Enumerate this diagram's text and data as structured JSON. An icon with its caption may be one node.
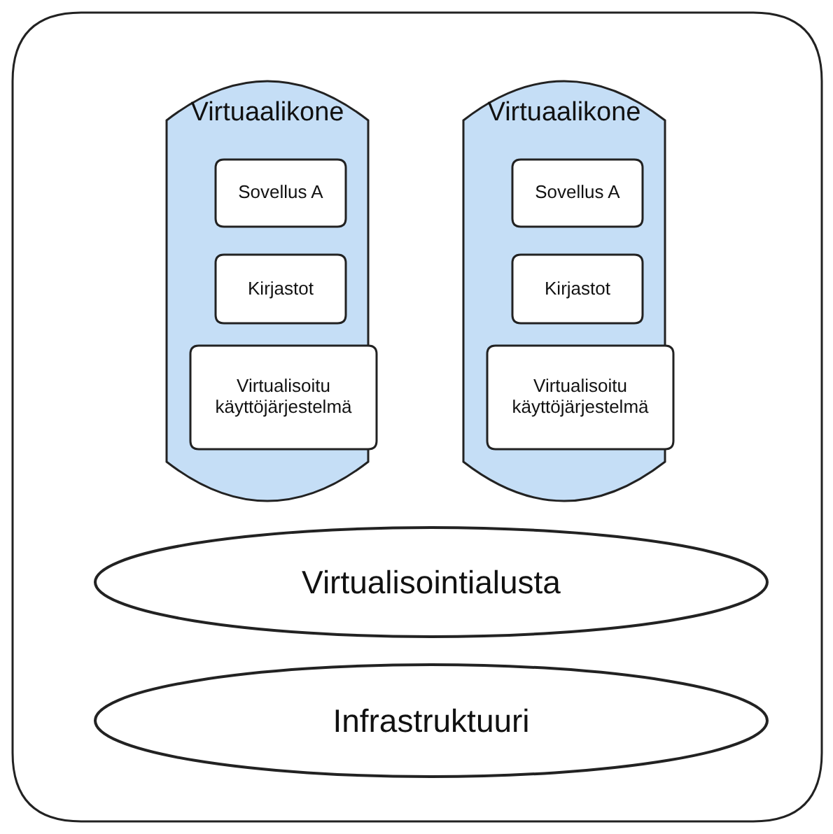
{
  "diagram": {
    "nodes": [
      {
        "text": [],
        "shape": "box"
      },
      {
        "text": [
          "Virtuaalikone"
        ],
        "in": 0
      },
      {
        "text": [
          "Sovellus A"
        ],
        "in": 1
      },
      {
        "text": [
          "Kirjastot"
        ],
        "in": 1
      },
      {
        "text": [
          "Virtualisoitu käyttöjärjestelmä"
        ],
        "in": 1
      },
      {
        "text": [
          "Virtuaalikone"
        ],
        "in": 0
      },
      {
        "text": [
          "Sovellus A"
        ],
        "in": 5
      },
      {
        "text": [
          "Kirjastot"
        ],
        "in": 5
      },
      {
        "text": [
          "Virtualisoitu käyttöjärjestelmä"
        ],
        "in": 5
      },
      {
        "text": [
          "Virtualisointialusta"
        ],
        "in": 0
      },
      {
        "text": [
          "Infrastruktuuri"
        ],
        "in": 0
      }
    ]
  }
}
